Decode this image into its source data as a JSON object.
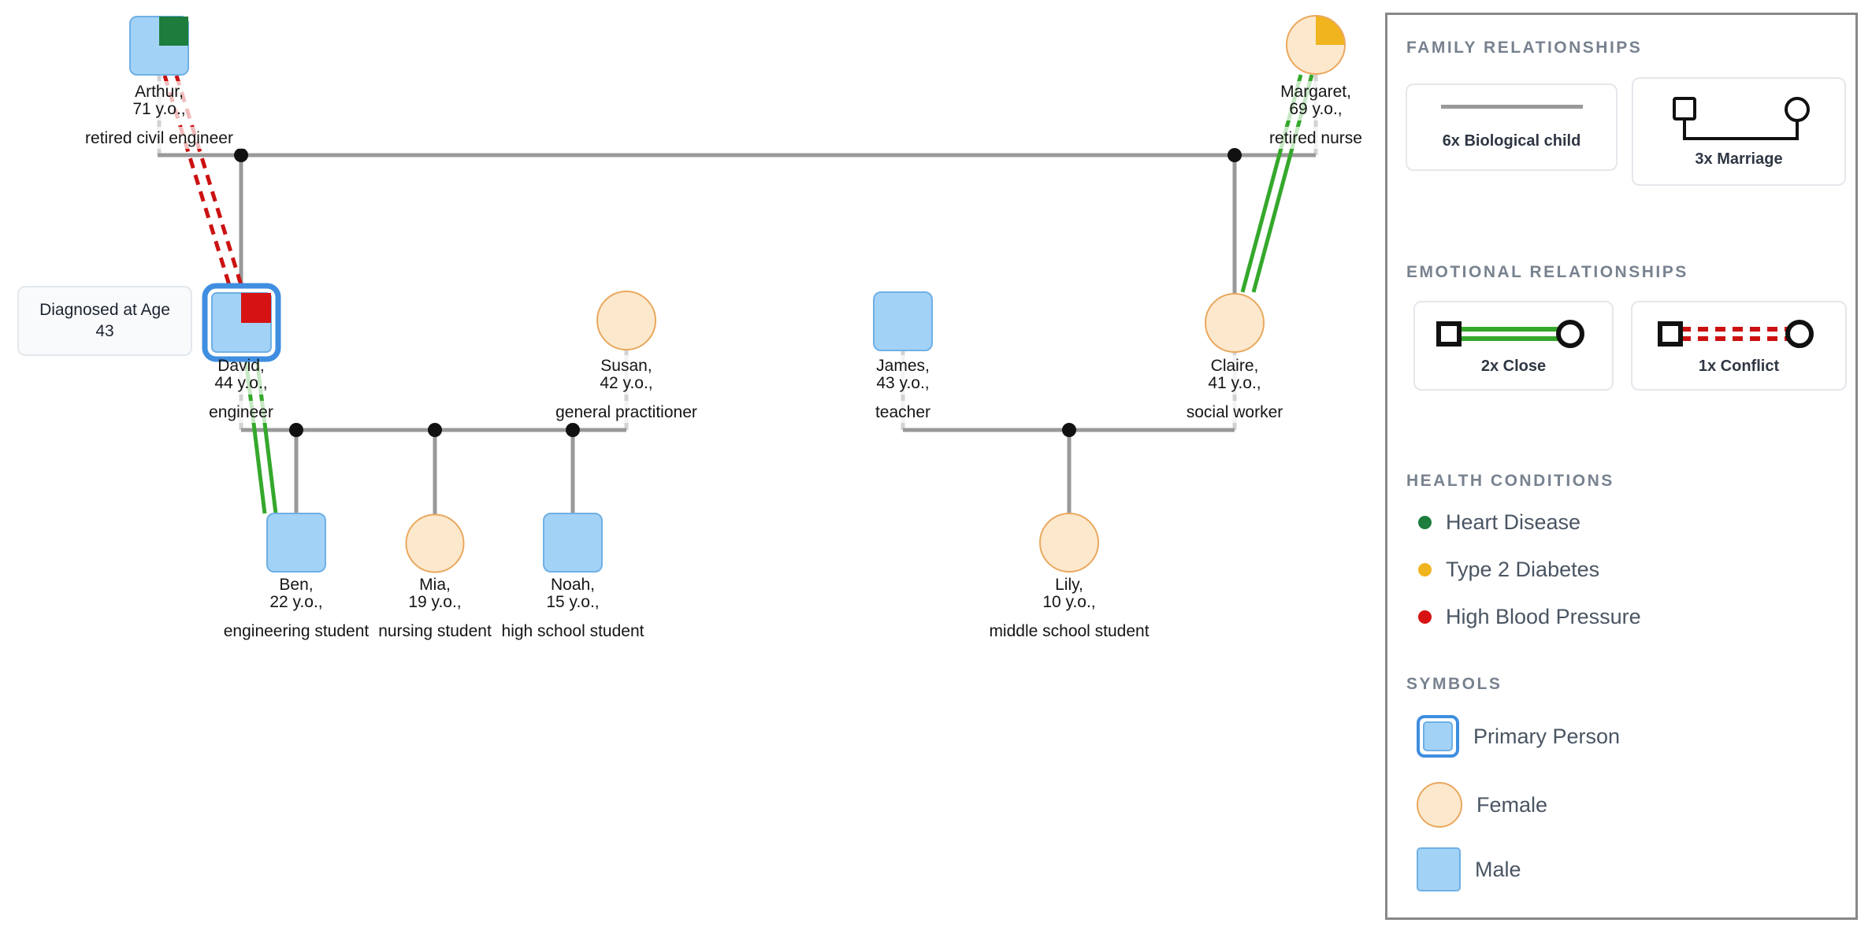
{
  "people": [
    {
      "name": "Arthur,",
      "age": "71 y.o.,",
      "occupation": "retired civil engineer"
    },
    {
      "name": "Margaret,",
      "age": "69 y.o.,",
      "occupation": "retired nurse"
    },
    {
      "name": "David,",
      "age": "44 y.o.,",
      "occupation": "engineer"
    },
    {
      "name": "Susan,",
      "age": "42 y.o.,",
      "occupation": "general practitioner"
    },
    {
      "name": "James,",
      "age": "43 y.o.,",
      "occupation": "teacher"
    },
    {
      "name": "Claire,",
      "age": "41 y.o.,",
      "occupation": "social worker"
    },
    {
      "name": "Ben,",
      "age": "22 y.o.,",
      "occupation": "engineering student"
    },
    {
      "name": "Mia,",
      "age": "19 y.o.,",
      "occupation": "nursing student"
    },
    {
      "name": "Noah,",
      "age": "15 y.o.,",
      "occupation": "high school student"
    },
    {
      "name": "Lily,",
      "age": "10 y.o.,",
      "occupation": "middle school student"
    }
  ],
  "callout": {
    "text": "Diagnosed at Age 43"
  },
  "legend": {
    "family": {
      "title": "FAMILY RELATIONSHIPS",
      "items": [
        {
          "label": "6x Biological child"
        },
        {
          "label": "3x Marriage"
        }
      ]
    },
    "emotional": {
      "title": "EMOTIONAL RELATIONSHIPS",
      "items": [
        {
          "label": "2x Close"
        },
        {
          "label": "1x Conflict"
        }
      ]
    },
    "health": {
      "title": "HEALTH CONDITIONS",
      "items": [
        {
          "label": "Heart Disease",
          "color": "#1d7d3c"
        },
        {
          "label": "Type 2 Diabetes",
          "color": "#f0b41e"
        },
        {
          "label": "High Blood Pressure",
          "color": "#d61212"
        }
      ]
    },
    "symbols": {
      "title": "SYMBOLS",
      "items": [
        {
          "label": "Primary Person"
        },
        {
          "label": "Female"
        },
        {
          "label": "Male"
        }
      ]
    }
  },
  "colors": {
    "male_fill": "#a3d2f7",
    "male_stroke": "#6fb0e4",
    "female_fill": "#fce8cd",
    "female_stroke": "#eaa85e",
    "primary_border": "#3f8ee0",
    "heart_green": "#1d7d3c",
    "diabetes_amber": "#f0b41e",
    "condition_red": "#d61212",
    "close_green": "#35a82c",
    "conflict_red": "#cc1111",
    "family_line": "#999999",
    "spouse_line": "#d2d2d2",
    "junction_dot": "#111111",
    "panel_border": "#888888",
    "header_text": "#78828f",
    "card_label": "#2f3744",
    "legend_text": "#4a5563",
    "card_border": "#e4e7eb",
    "callout_bg": "#f8fafb",
    "callout_border": "#e3e8ed"
  }
}
